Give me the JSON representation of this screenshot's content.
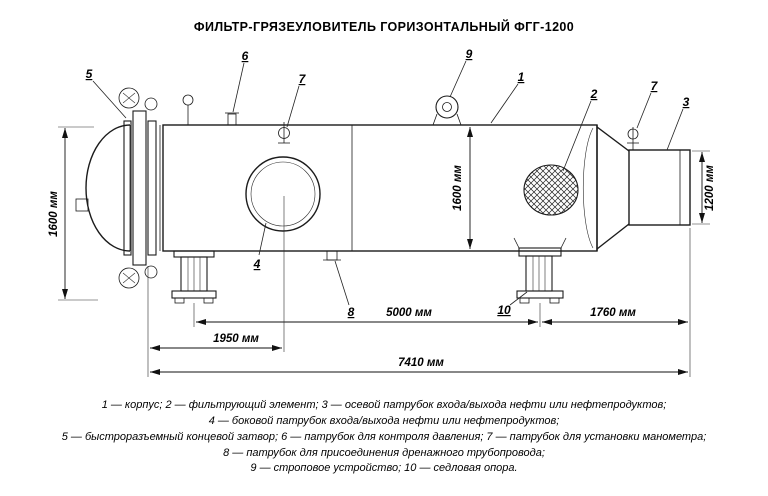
{
  "title": "ФИЛЬТР-ГРЯЗЕУЛОВИТЕЛЬ ГОРИЗОНТАЛЬНЫЙ ФГГ-1200",
  "dims": {
    "left_height": "1600 мм",
    "middle_height": "1600 мм",
    "right_height": "1200 мм",
    "span_supports": "5000 мм",
    "span_left": "1950 мм",
    "span_right": "1760 мм",
    "span_total": "7410 мм"
  },
  "callouts": {
    "n1": "1",
    "n2": "2",
    "n3": "3",
    "n4": "4",
    "n5": "5",
    "n6": "6",
    "n7": "7",
    "n8": "8",
    "n9": "9",
    "n10": "10"
  },
  "legend": {
    "line1": "1 — корпус; 2 — фильтрующий элемент; 3 — осевой патрубок входа/выхода нефти или нефтепродуктов;",
    "line2": "4 — боковой патрубок входа/выхода нефти или нефтепродуктов;",
    "line3": "5 — быстроразъемный концевой затвор; 6 — патрубок для контроля давления; 7 — патрубок для установки манометра;",
    "line4": "8 — патрубок для присоединения дренажного трубопровода;",
    "line5": "9 — строповое устройство; 10 — седловая опора."
  }
}
